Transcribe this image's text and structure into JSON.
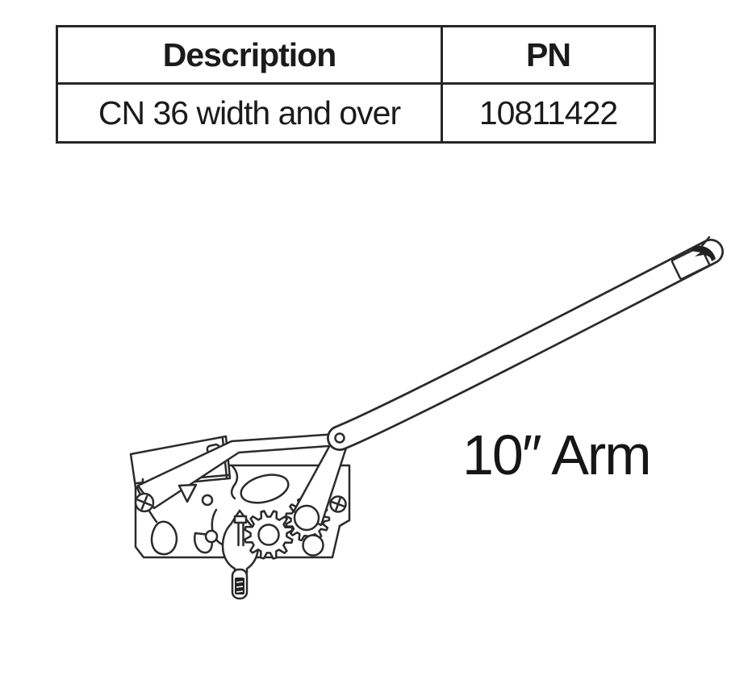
{
  "page": {
    "background": "#ffffff",
    "ink": "#2b2b2b"
  },
  "parts_table": {
    "headers": [
      "Description",
      "PN"
    ],
    "rows": [
      {
        "description": "CN 36 width and over",
        "pn": "10811422"
      }
    ]
  },
  "diagram": {
    "arm_label": "10″ Arm"
  }
}
